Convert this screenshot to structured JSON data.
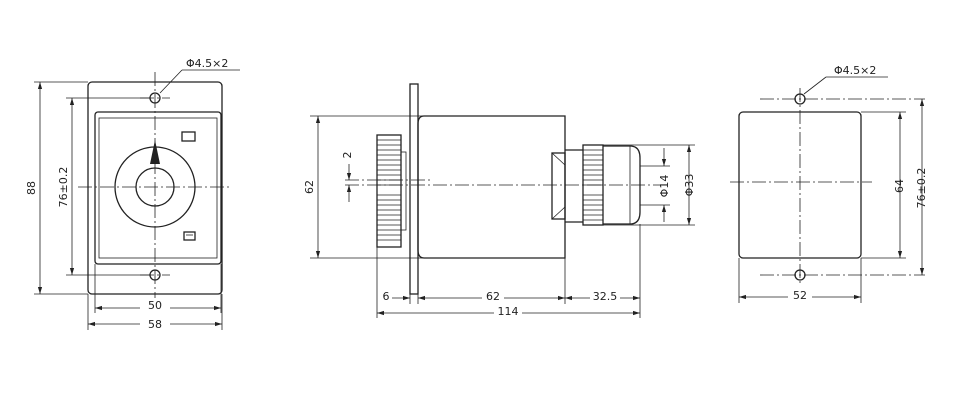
{
  "front_view": {
    "hole_label": "Φ4.5×2",
    "dim_height": "88",
    "dim_hole_spacing": "76±0.2",
    "dim_inner_width": "50",
    "dim_outer_width": "58"
  },
  "side_view": {
    "dim_height": "62",
    "dim_offset": "2",
    "dim_shaft_small": "Φ14",
    "dim_shaft_large": "Φ33",
    "dim_flange": "6",
    "dim_body": "62",
    "dim_knob": "32.5",
    "dim_total": "114"
  },
  "rear_view": {
    "hole_label": "Φ4.5×2",
    "dim_width": "52",
    "dim_height": "64",
    "dim_hole_spacing": "76±0.2"
  }
}
